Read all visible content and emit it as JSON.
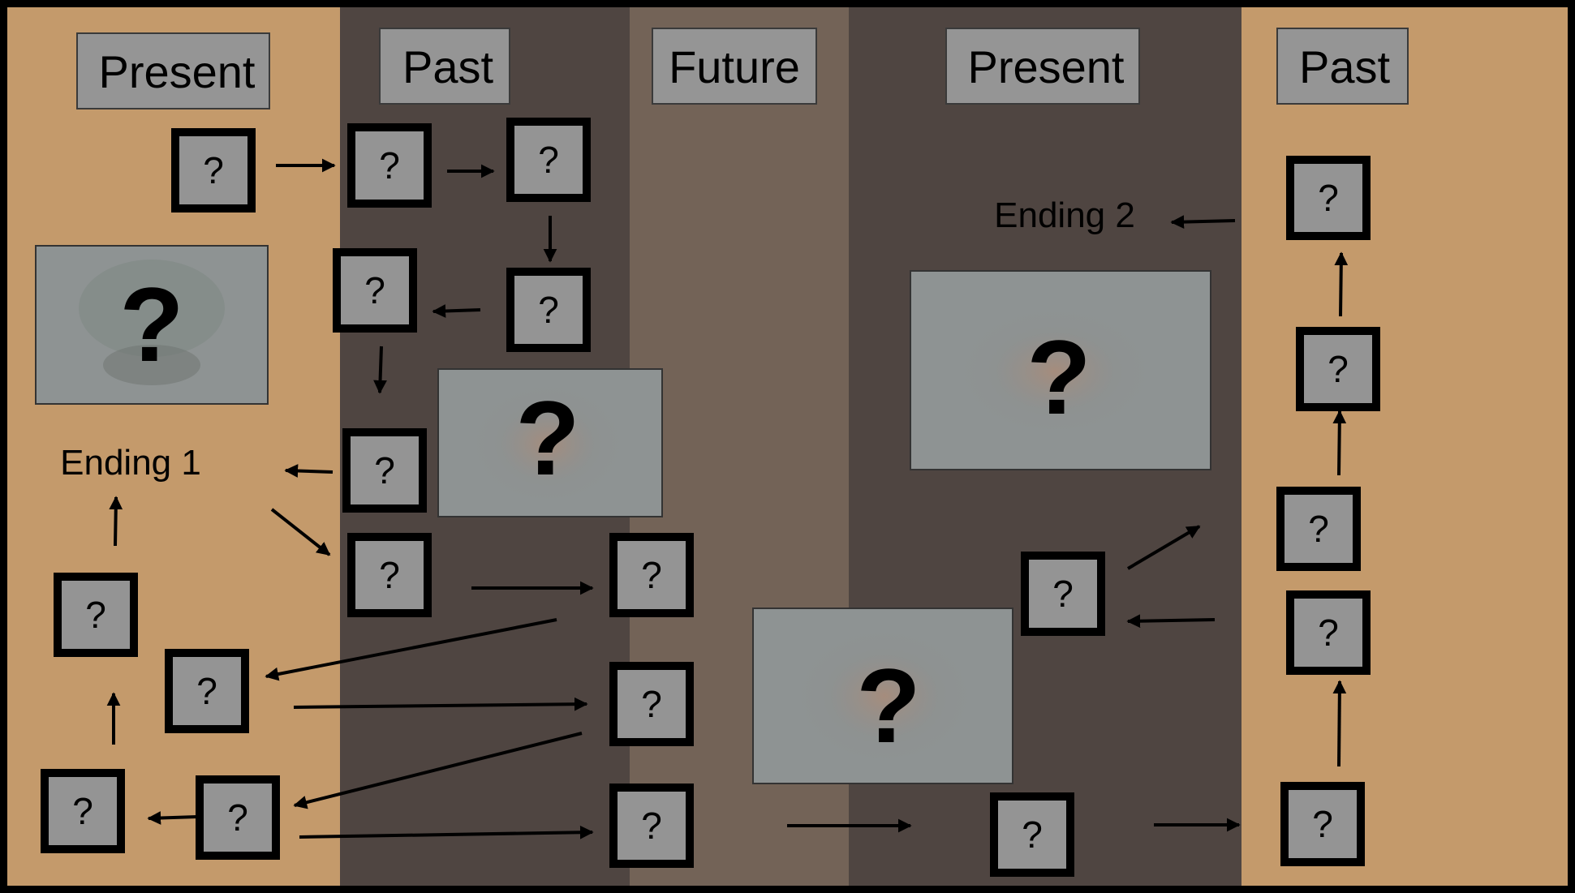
{
  "columns": [
    {
      "id": "col-1",
      "header": "Present",
      "color": "#c49a6b"
    },
    {
      "id": "col-2",
      "header": "Past",
      "color": "#4f4541"
    },
    {
      "id": "col-3",
      "header": "Future",
      "color": "#736357"
    },
    {
      "id": "col-4",
      "header": "Present",
      "color": "#4f4541"
    },
    {
      "id": "col-5",
      "header": "Past",
      "color": "#c49a6b"
    }
  ],
  "node_label": "?",
  "image_label": "?",
  "endings": {
    "ending1": "Ending 1",
    "ending2": "Ending 2"
  },
  "colors": {
    "node_fill": "#949494",
    "node_border": "#000000",
    "header_fill": "#959595",
    "image_fill": "#8e9393",
    "frame": "#000000"
  }
}
